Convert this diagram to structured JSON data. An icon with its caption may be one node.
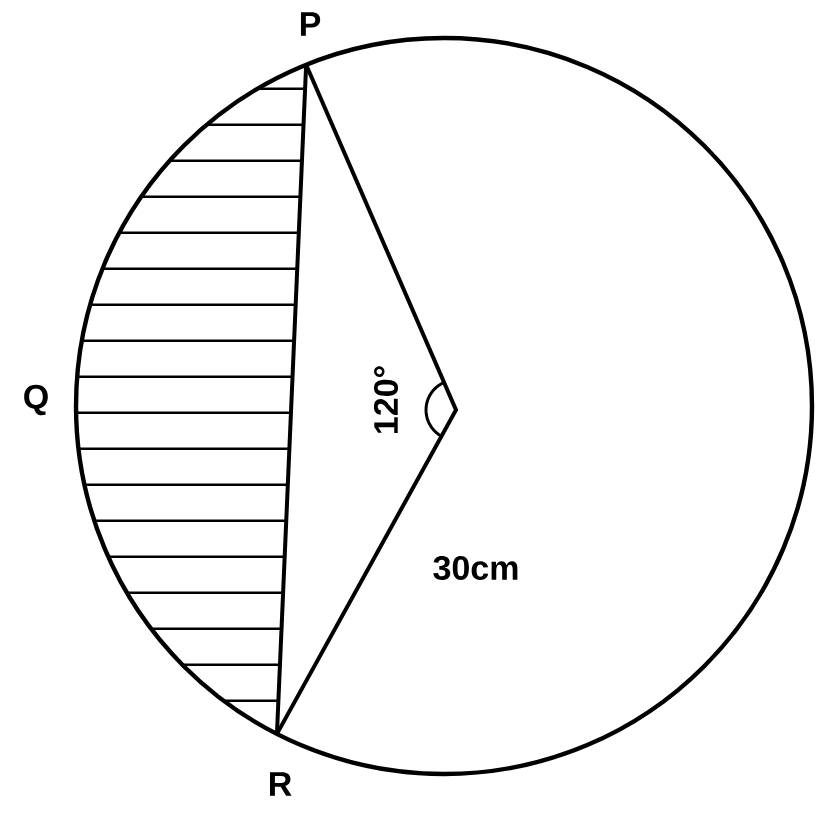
{
  "diagram": {
    "labels": [
      "P",
      "Q",
      "R",
      "120°",
      "30cm"
    ]
  }
}
